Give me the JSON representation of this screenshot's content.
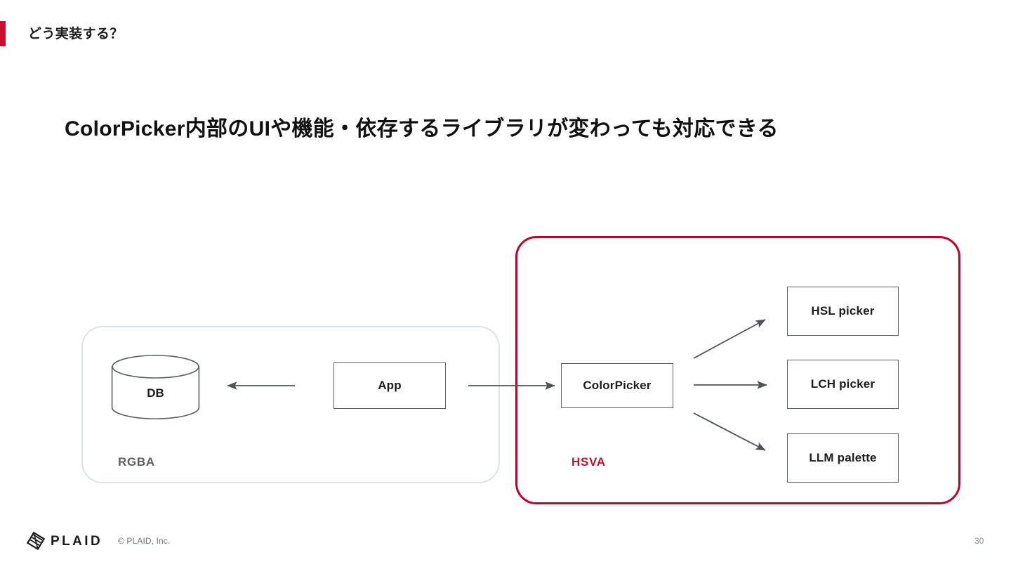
{
  "slide": {
    "header": {
      "title": "どう実装する？",
      "accent_color": "#C8102E"
    },
    "heading": "ColorPicker内部のUIや機能・依存するライブラリが変わっても対応できる",
    "footer": {
      "wordmark": "PLAID",
      "copyright": "© PLAID, Inc.",
      "page_number": "30"
    }
  },
  "diagram": {
    "groups": [
      {
        "id": "left",
        "label": "RGBA",
        "border_color": "#DCE3EA",
        "label_color": "#5a5f66"
      },
      {
        "id": "right",
        "label": "HSVA",
        "border_color": "#C1002F",
        "label_color": "#C8102E"
      }
    ],
    "nodes": {
      "db": "DB",
      "app": "App",
      "colorpicker": "ColorPicker",
      "hsl_picker": "HSL picker",
      "lch_picker": "LCH picker",
      "llm_palette": "LLM palette"
    },
    "arrow_color": "#4e5359"
  }
}
